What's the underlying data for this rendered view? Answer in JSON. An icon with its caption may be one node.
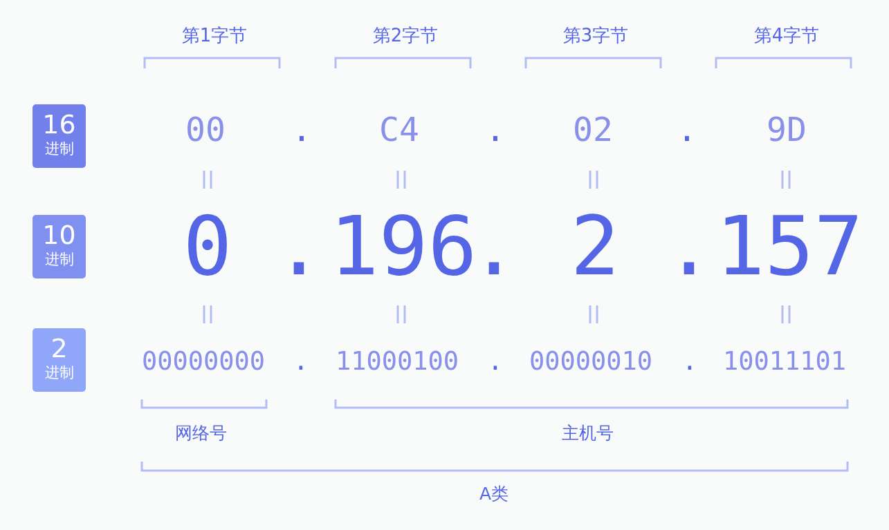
{
  "diagram": {
    "nodes": [
      {
        "text": [
          "16",
          "进制"
        ]
      },
      {
        "text": [
          "10",
          "进制"
        ]
      },
      {
        "text": [
          "2",
          "进制"
        ]
      }
    ],
    "labels": [
      "第1字节",
      "第2字节",
      "第3字节",
      "第4字节",
      "00",
      ".",
      "C4",
      ".",
      "02",
      ".",
      "9D",
      "0",
      ".",
      "196",
      ".",
      "2",
      ".",
      "157",
      "00000000",
      ".",
      "11000100",
      ".",
      "00000010",
      ".",
      "10011101",
      "网络号",
      "主机号",
      "A类"
    ]
  }
}
